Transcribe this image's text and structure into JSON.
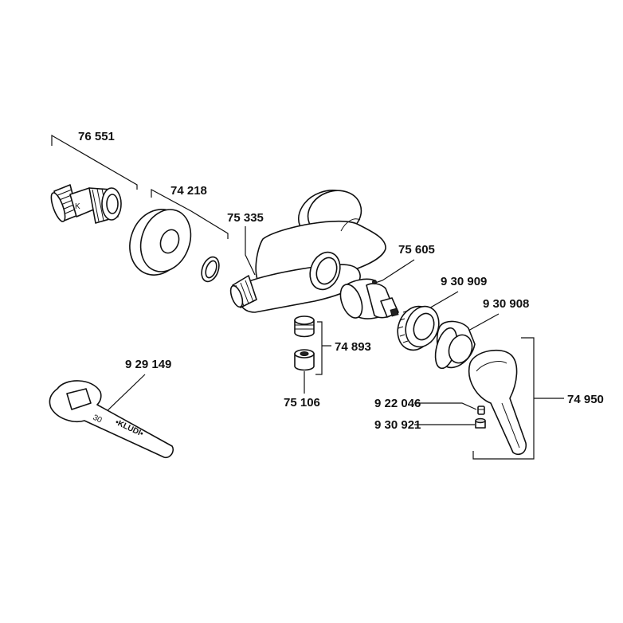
{
  "parts": [
    {
      "id": "connection_set",
      "number": "76 551"
    },
    {
      "id": "cover_rosette",
      "number": "74 218"
    },
    {
      "id": "mixer_body",
      "number": "75 335"
    },
    {
      "id": "cartridge",
      "number": "75 605"
    },
    {
      "id": "threaded_ring",
      "number": "9 30 909"
    },
    {
      "id": "cover_cap",
      "number": "9 30 908"
    },
    {
      "id": "aerator_insert",
      "number": "74 893"
    },
    {
      "id": "aerator_housing",
      "number": "75 106"
    },
    {
      "id": "grub_screw",
      "number": "9 22 046"
    },
    {
      "id": "cap_plug",
      "number": "9 30 921"
    },
    {
      "id": "lever_handle",
      "number": "74 950"
    },
    {
      "id": "service_key",
      "number": "9 29 149"
    }
  ],
  "engravings": {
    "eccentric_mark": "K",
    "key_size": "30",
    "key_brand": "•KLUDI•"
  }
}
